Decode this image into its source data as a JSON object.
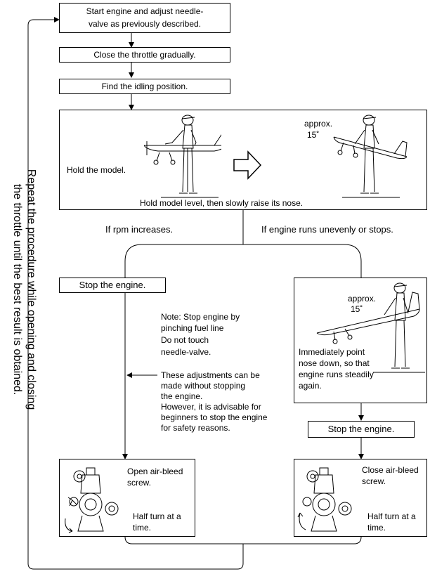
{
  "steps": {
    "start": "Start engine and adjust needle-valve as previously described.",
    "start_line1": "Start engine and adjust needle-",
    "start_line2": "valve as previously described.",
    "close_throttle": "Close the throttle gradually.",
    "find_idle": "Find the idling position."
  },
  "hold_panel": {
    "hold_label": "Hold the model.",
    "angle_label": "approx.",
    "angle_value": "15˚",
    "caption": "Hold model level, then slowly raise its nose."
  },
  "branches": {
    "left": "If rpm increases.",
    "right": "If engine runs unevenly or stops."
  },
  "left_branch": {
    "stop_engine": "Stop the engine.",
    "note_lines": [
      "Note: Stop engine by",
      "pinching fuel line",
      "Do not touch",
      "needle-valve."
    ],
    "advice_lines": [
      "These adjustments can be",
      "made without stopping",
      "the engine.",
      "However, it is advisable for",
      "beginners to stop the engine",
      "for safety reasons."
    ],
    "airbleed_lines": [
      "Open air-bleed",
      "screw."
    ],
    "halfturn_lines": [
      "Half turn at a",
      "time."
    ]
  },
  "right_branch": {
    "angle_label": "approx.",
    "angle_value": "15˚",
    "nose_down_lines": [
      "Immediately point",
      "nose down, so that",
      "engine runs steadily",
      "again."
    ],
    "stop_engine": "Stop the engine.",
    "airbleed_lines": [
      "Close air-bleed",
      "screw."
    ],
    "halfturn_lines": [
      "Half turn at a",
      "time."
    ]
  },
  "side_note": {
    "line1": "Repeat the procedure while opening and closing",
    "line2": "the throttle until the best result is obtained."
  }
}
